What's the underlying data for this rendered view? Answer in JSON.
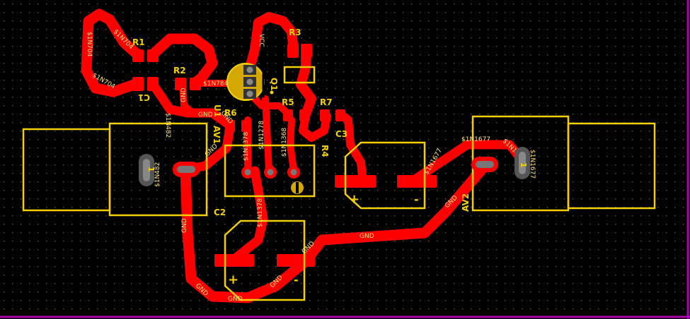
{
  "board": {
    "background": "#000000",
    "trace_color": "#ff0000",
    "silk_color": "#f5d000",
    "outline_color": "#b000b0"
  },
  "designators": {
    "r1": "R1",
    "r2": "R2",
    "r3": "R3",
    "r4": "R4",
    "r5": "R5",
    "r6": "R6",
    "r7": "R7",
    "c1": "C1",
    "c2": "C2",
    "c3": "C3",
    "q1": "Q1",
    "u1": "U1",
    "av1": "AV1",
    "av2": "AV2"
  },
  "pin_labels": {
    "av1_pin": "1",
    "av2_pin": "1",
    "c2_plus": "+",
    "c2_minus": "-",
    "c3_plus": "+",
    "c3_minus": "-"
  },
  "nets": {
    "n704_a": "$1N704",
    "n704_b": "$1N704",
    "n704_c": "$1N704",
    "vcc": "VCC",
    "n784": "$1N784",
    "gnd_r2": "GND",
    "gnd_u1a": "GND",
    "gnd_u1b": "GND",
    "n482_a": "$1N482",
    "n482_b": "$1N482",
    "gnd_av1": "GND",
    "n1278": "$1N1278",
    "n1378_a": "$1N1378",
    "n1378_b": "$1N1378",
    "n1368": "$1N1368",
    "gnd_left": "GND",
    "gnd_bl": "GND",
    "gnd_bottom": "GND",
    "gnd_c2a": "GND",
    "gnd_c2b": "GND",
    "gnd_mid": "GND",
    "gnd_av2": "GND",
    "n1677_a": "$1N1677",
    "n1677_b": "$1N1677",
    "n1677_c": "$1N1",
    "n1677_d": "$1N1677"
  }
}
